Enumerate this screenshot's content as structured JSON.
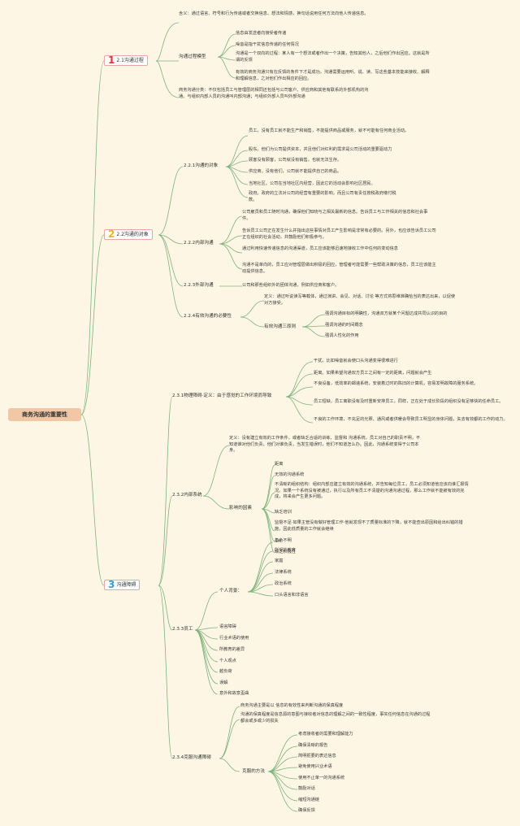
{
  "root": "商务沟通的重要性",
  "section1": {
    "num": "1",
    "num_color": "#d9343a",
    "label": "2.1沟通过程",
    "def": "含义：通过语言、符号和行为传递或者交换信息、想法和情感，换句话说用任何方法向他人传递信息。",
    "model_label": "沟通过程模型",
    "model_items": [
      "信息由发送者向接受者传递",
      "噪音是指干扰信息传递的任何情况",
      "沟通是一个双向的过程：某人有一个想法或者作出一个决策，告知其他人，之后他们作出回应。这就是所谓的反馈",
      "有效的商务沟通只有在反馈的条件下才是成功，沟通需要运用听、说、读、写这些基本技能来接收、解释和理解信息，之对他们作出相应的回应。"
    ],
    "classification": "商务沟通分类：不仅包括员工与管理层的相同还包括与公司客户、供应商和其他有联系的外部机构的沟通。与组织内部人员的沟通叫内部沟通；与组织外部人员叫外部沟通"
  },
  "section2": {
    "num": "2",
    "num_color": "#e8b422",
    "label": "2.2沟通的对象",
    "s221": {
      "label": "2.2.1沟通的对象",
      "items": [
        "员工。没有员工就不能生产和销售，不能提供商品或服务，就不可能有任何商业活动。",
        "股东。他们为公司提供资本，并且他们对红利的需求是公司活动的重要驱动力",
        "顾客没有顾客，公司就没有销售，也就无法生存。",
        "供应商。没有他们，公司就不能提供自己的商品。",
        "当地社区。公司在当地社区内经营，因此它的活动会影响社区居民。",
        "政府。政府的立法对公司的经营有重要的影响，而且公司有责任按税政府缴付税款。"
      ]
    },
    "s222": {
      "label": "2.2.2内部沟通",
      "items": [
        "公司雇员和员工随时沟通，确保他们知晓与之相关最新的信息。告诉员工与工作相关的信息和社会事件。",
        "告诉员工公司正在发生什么并指出这些事情对员工产生影响是非常有必要的。另外，也应该告诉员工公司正在组织的社会活动，并鼓励他们积极参与。",
        "通过利用快速传递信息的沟通渠道，员工应该能够迅速地接收工作中任何的变动信息",
        "沟通不是单向的，员工应对管理层做出积极的回应，管理者可能需要一些帮助决策的信息，员工应该能主动提供信息。"
      ]
    },
    "s223": {
      "label": "2.2.3外部沟通",
      "text": "公司和那些组织外的团体沟通，例如供应商和客户。"
    },
    "s224": {
      "label": "2.2.4有效沟通的必要性",
      "def": "定义：通过听说读写等载体，通过演讲、会见、对话、讨论 等方式将思维准确恰当的表达出来，以促使对方接受。",
      "principles_label": "有效沟通三原则",
      "principles": [
        "强调沟通目标的明确性，沟通双方就某个问题达成共同认识的目的",
        "强调沟通的时间概念",
        "强调人性化的作用"
      ]
    }
  },
  "section3": {
    "num": "3",
    "num_color": "#3a9bd9",
    "label": "沟通障碍",
    "s231": {
      "label": "2.3.1物理障碍·定义：由于感觉的工作环境而导致",
      "items": [
        "干扰。比如噪音就会使口头沟通变得很难进行",
        "距离。如果希望沟通双方员工之间有一定的距离，问题就会产生",
        "不良设备，低效率的邮递系统，安装着过时的陈旧的计算机，容易发明故障的服务系统。",
        "员工短缺，员工离职没有及时重新安排员工，同样，正在处于成长阶段的组织没有足够快的任命员工。",
        "不良的工作环境，不充足的光照、通风或者供暖会导致员工明显的身体问题，失去有效都的工作的动力。"
      ]
    },
    "s232": {
      "label": "2.3.2内部系统",
      "def": "定义：没有建立有效的工作条件，或者缺乏合适的训练、监督和 沟通系统，员工对自己的职责不明，不知道谁对他们负责，他们对谁负责，当发生错误时，他们不知道怎么办。因此，沟通系统变得于公司本身。",
      "factors_label": "影响的因素",
      "factors": [
        "距离",
        "无效的沟通系统",
        "不清晰的组织结构：组织内部应建立有效的沟通系统，并告知每位员工，员工必须知道他应该向谁汇报情况。如果一个系统没有被通过，执行以及所有员工不清楚的沟通沟通过程，那么工作就不能被有效的完成，将来会产生更多问题。",
        "缺乏培训",
        "监督不足·如果主管没有做好管理工作·他就发现不了质量标准的下降，就不能查出原因和给出纠错的措施，因此低质量的工作就会继续",
        "角色不明",
        "缺乏积极性"
      ]
    },
    "s233": {
      "label": "2.3.3员工",
      "personal_label": "个人背景：",
      "personal": [
        "um",
        "所受的教育",
        "家庭",
        "法律系统",
        "政治系统",
        "口头语言和非语言"
      ],
      "others": [
        "语言障碍",
        "行业术语的使用",
        "所教育的差异",
        "个人观点",
        "越负荷",
        "误解",
        "意外和故意歪曲"
      ]
    },
    "s234": {
      "label": "2.3.4克服沟通障碍",
      "items": [
        "商务沟通主要是以 信息的有效性来判断沟通的保真程度",
        "沟通的保真程度是信息源的意图与接收者对信息的理解之间的一致性程度，事实任何信息在沟通的过程都会或多或少的损失"
      ],
      "methods_label": "克服的方法",
      "methods": [
        "考虑接收者的需要和理解能力",
        "确保清晰的报告",
        "简明扼要的表达信息",
        "避免使用兴业术语",
        "使用不止单一的沟通系统",
        "鼓励对话",
        "缩短沟通链",
        "确保反馈"
      ]
    }
  }
}
